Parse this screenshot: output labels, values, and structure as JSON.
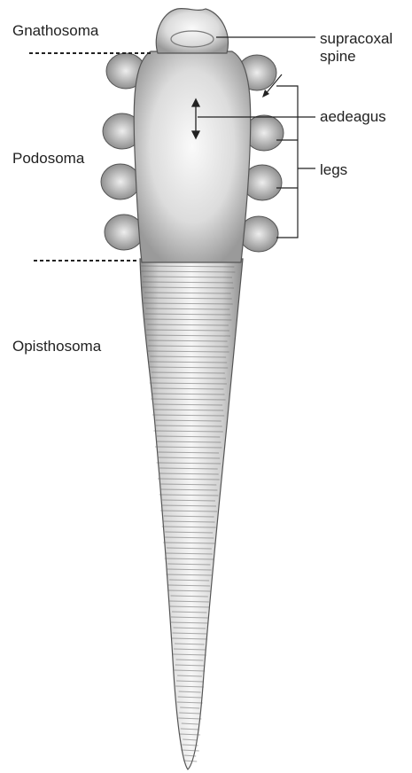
{
  "regions": {
    "gnathosoma": "Gnathosoma",
    "podosoma": "Podosoma",
    "opisthosoma": "Opisthosoma"
  },
  "structures": {
    "supracoxal_spine": "supracoxal\nspine",
    "aedeagus": "aedeagus",
    "legs": "legs"
  },
  "colors": {
    "body_light": "#f2f2f2",
    "body_mid": "#cfcfcf",
    "body_dark": "#8e8e8e",
    "outline": "#555555",
    "label_text": "#222222",
    "leader_line": "#222222"
  }
}
